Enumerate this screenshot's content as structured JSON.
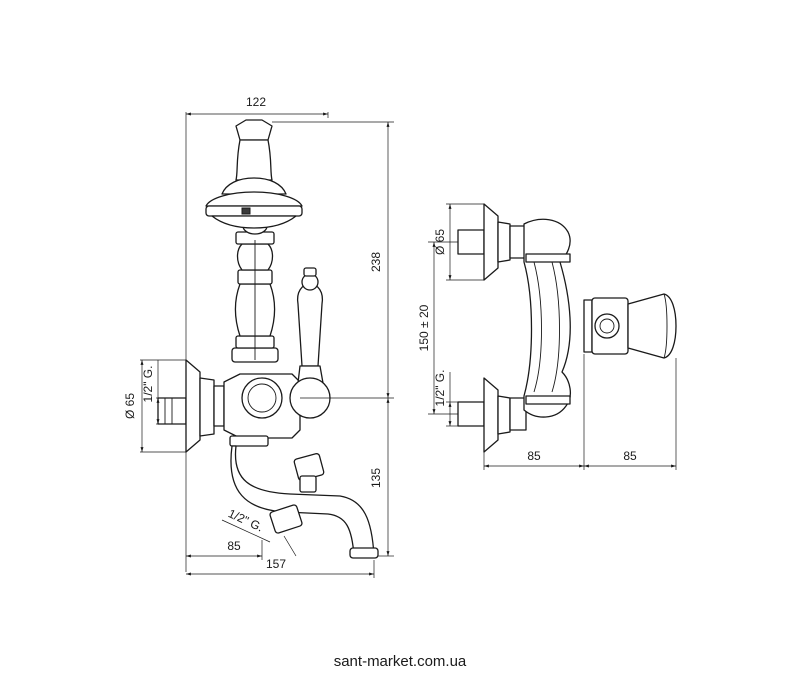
{
  "dimensions": {
    "front_width_top": "122",
    "front_height": "238",
    "front_inlet_dia": "Ø 65",
    "front_inlet_thread": "1/2\" G.",
    "front_spout_height": "135",
    "front_outlet_thread": "1/2\" G.",
    "front_spout_offset": "85",
    "front_spout_reach": "157",
    "side_inlet_dia": "Ø 65",
    "side_centers": "150 ± 20",
    "side_inlet_thread": "1/2\" G.",
    "side_depth_left": "85",
    "side_depth_right": "85"
  },
  "watermark": "sant-market.com.ua"
}
